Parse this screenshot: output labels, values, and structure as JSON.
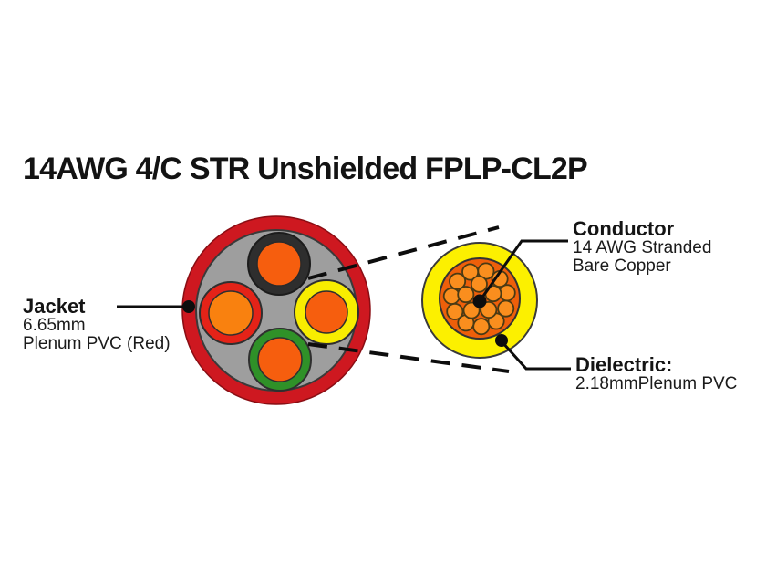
{
  "title": "14AWG 4/C STR Unshielded FPLP-CL2P",
  "labels": {
    "jacket": {
      "heading": "Jacket",
      "line1": "6.65mm",
      "line2": "Plenum PVC (Red)"
    },
    "conductor": {
      "heading": "Conductor",
      "line1": "14 AWG Stranded",
      "line2": "Bare Copper"
    },
    "dielectric": {
      "heading": "Dielectric:",
      "line1": "2.18mmPlenum PVC"
    }
  },
  "colors": {
    "jacket_red": "#ce1820",
    "filler_gray": "#9e9e9e",
    "insulation_black": "#2e2e2e",
    "insulation_red": "#e42318",
    "insulation_yellow": "#f8ed00",
    "insulation_green": "#2f9128",
    "copper_core": "#f65e0e",
    "copper_core_light": "#f9810f",
    "dielectric_yellow": "#fcf000",
    "bundle_orange": "#ee5f0a",
    "strand_orange": "#fa8e1e",
    "leader_black": "#0d0d0d"
  },
  "zoomed_view": {
    "strand_rings": [
      {
        "count": 11,
        "radius_frac": 0.7,
        "offset_deg": -77
      },
      {
        "count": 5,
        "radius_frac": 0.36,
        "offset_deg": -20
      }
    ],
    "strand_radius_frac": 0.195
  }
}
